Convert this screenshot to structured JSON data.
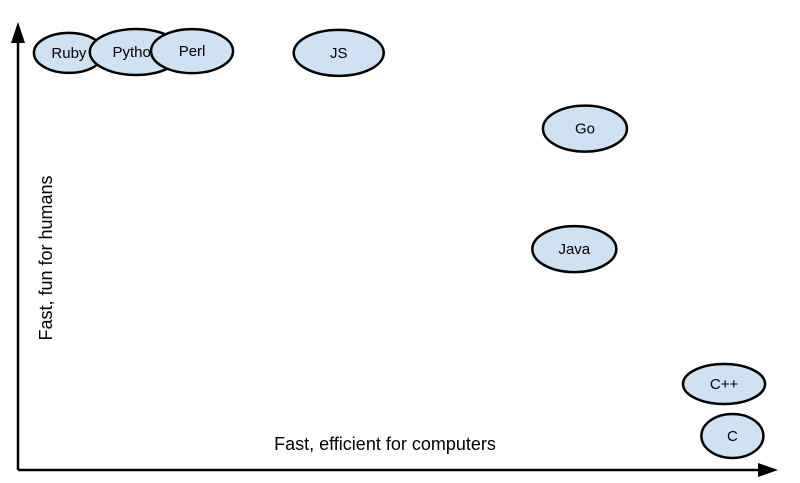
{
  "page": {
    "background": "#ffffff"
  },
  "chart_data": {
    "type": "scatter",
    "title": "",
    "xlabel": "Fast, efficient for computers",
    "ylabel": "Fast, fun for humans",
    "x_range": [
      0,
      100
    ],
    "y_range": [
      0,
      100
    ],
    "grid": false,
    "legend": false,
    "axis_color": "#000000",
    "bubble_fill": "#cfe2f3",
    "bubble_stroke": "#000000",
    "points": [
      {
        "id": "ruby",
        "label": "Ruby",
        "x": 6.7,
        "y": 93.1,
        "rx": 35,
        "ry": 20
      },
      {
        "id": "python",
        "label": "Python",
        "x": 15.5,
        "y": 93.3,
        "rx": 46,
        "ry": 23
      },
      {
        "id": "perl",
        "label": "Perl",
        "x": 22.9,
        "y": 93.5,
        "rx": 41,
        "ry": 22
      },
      {
        "id": "js",
        "label": "JS",
        "x": 42.2,
        "y": 93.1,
        "rx": 45,
        "ry": 23
      },
      {
        "id": "go",
        "label": "Go",
        "x": 74.6,
        "y": 76.2,
        "rx": 42,
        "ry": 23
      },
      {
        "id": "java",
        "label": "Java",
        "x": 73.2,
        "y": 49.3,
        "rx": 42,
        "ry": 23
      },
      {
        "id": "cpp",
        "label": "C++",
        "x": 92.9,
        "y": 19.2,
        "rx": 41,
        "ry": 20
      },
      {
        "id": "c",
        "label": "C",
        "x": 94.0,
        "y": 7.6,
        "rx": 31,
        "ry": 22
      }
    ]
  }
}
